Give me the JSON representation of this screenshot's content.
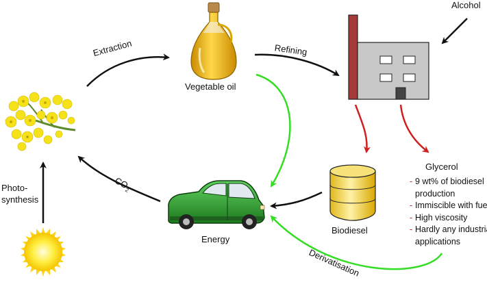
{
  "labels": {
    "extraction": "Extraction",
    "vegetable_oil": "Vegetable oil",
    "refining": "Refining",
    "alcohol": "Alcohol",
    "photosynthesis_line1": "Photo-",
    "photosynthesis_line2": "synthesis",
    "co2_main": "CO",
    "co2_sub": "2",
    "energy": "Energy",
    "biodiesel": "Biodiesel",
    "glycerol": "Glycerol",
    "derivatisation": "Derivatisation"
  },
  "glycerol_properties": [
    {
      "line1": "9 wt% of biodiesel",
      "line2": "production"
    },
    {
      "line1": "Immiscible with fuels",
      "line2": ""
    },
    {
      "line1": "High viscosity",
      "line2": ""
    },
    {
      "line1": "Hardly any industrial",
      "line2": "applications"
    }
  ],
  "colors": {
    "cycle_arrow": "#111111",
    "product_arrow": "#d11f1f",
    "energy_arrow": "#33dd22",
    "car_body": "#2fa52f",
    "factory_wall": "#c8c8c8",
    "chimney": "#a23a3a",
    "barrel": "#f0d24a",
    "oil": "#e6b800",
    "flower": "#f5e21a",
    "sun": "#ffe326"
  },
  "icons": [
    "rapeseed-flower-icon",
    "oil-bottle-icon",
    "factory-icon",
    "car-icon",
    "barrel-icon",
    "sun-icon"
  ]
}
